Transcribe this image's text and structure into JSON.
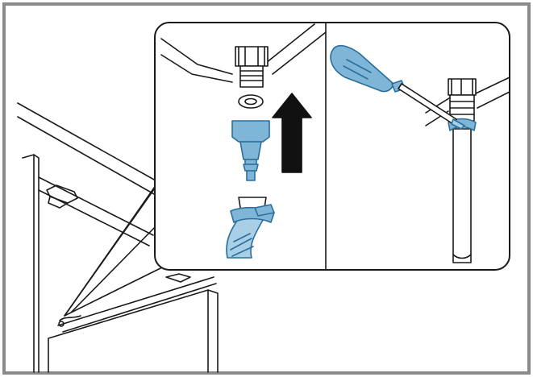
{
  "figure": {
    "kind": "installation-illustration",
    "panels": [
      "overview-cabinet",
      "detail-hose-connection",
      "detail-tighten-clamp"
    ],
    "icons": [
      "up-arrow-icon",
      "screwdriver-icon",
      "hose-clamp-icon",
      "threaded-connector-icon",
      "sealing-washer-icon",
      "hose-nipple-icon"
    ]
  },
  "colors": {
    "frame": "#8a8a8a",
    "line": "#1a1a1a",
    "highlight_blue": "#7fb6d8",
    "highlight_blue_dark": "#2a6f9c",
    "arrow": "#111111",
    "background": "#ffffff"
  }
}
